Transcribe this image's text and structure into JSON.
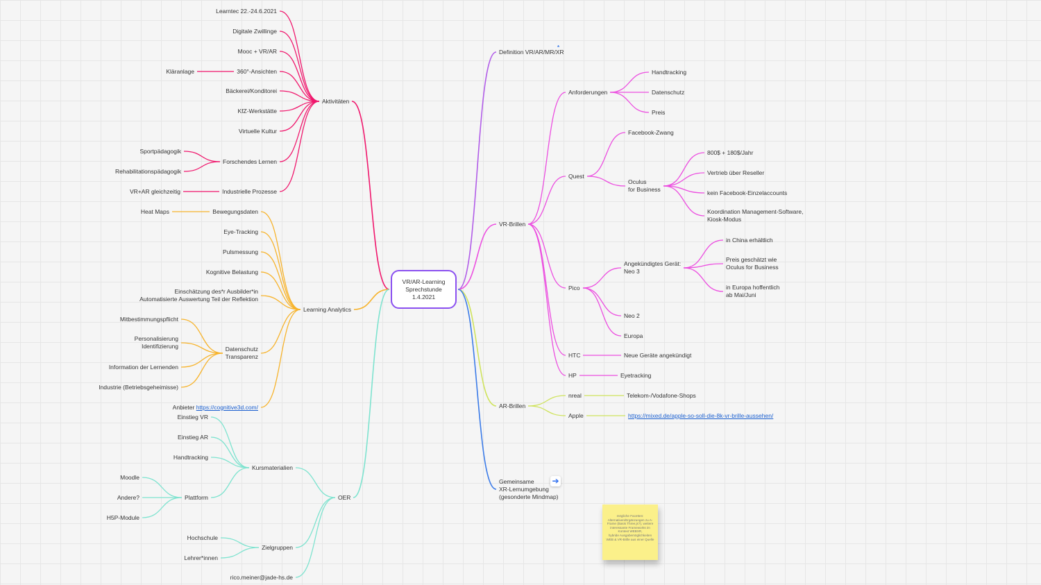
{
  "center": {
    "lines": [
      "VR/AR-Learning",
      "Sprechstunde",
      "1.4.2021"
    ]
  },
  "colors": {
    "aktivitaeten": "#f0166c",
    "analytics": "#f7b32b",
    "oer": "#7de3cf",
    "definition": "#b15ce8",
    "brillen": "#ec4ee0",
    "ar": "#cfe35c",
    "gemeinsame": "#3b7be8"
  },
  "nodes": [
    {
      "id": "aktivitaeten",
      "lines": [
        "Aktivitäten"
      ],
      "name": "aktivitaeten",
      "color": "#f0166c"
    },
    {
      "id": "lt",
      "lines": [
        "Learntec 22.-24.6.2021"
      ],
      "name": "learntec",
      "color": "#f0166c"
    },
    {
      "id": "dz",
      "lines": [
        "Digitale Zwillinge"
      ],
      "name": "digitale-zwillinge",
      "color": "#f0166c"
    },
    {
      "id": "mooc",
      "lines": [
        "Mooc + VR/AR"
      ],
      "name": "mooc-vr-ar",
      "color": "#f0166c"
    },
    {
      "id": "a360",
      "lines": [
        "360°-Ansichten"
      ],
      "name": "360-ansichten",
      "color": "#f0166c"
    },
    {
      "id": "klaer",
      "lines": [
        "Kläranlage"
      ],
      "name": "klaeranlage",
      "color": "#f0166c"
    },
    {
      "id": "baeck",
      "lines": [
        "Bäckerei/Konditorei"
      ],
      "name": "baeckerei-konditorei",
      "color": "#f0166c"
    },
    {
      "id": "kfz",
      "lines": [
        "KfZ-Werkstätte"
      ],
      "name": "kfz-werkstaette",
      "color": "#f0166c"
    },
    {
      "id": "vk",
      "lines": [
        "Virtuelle Kultur"
      ],
      "name": "virtuelle-kultur",
      "color": "#f0166c"
    },
    {
      "id": "fl",
      "lines": [
        "Forschendes Lernen"
      ],
      "name": "forschendes-lernen",
      "color": "#f0166c"
    },
    {
      "id": "sport",
      "lines": [
        "Sportpädagogik"
      ],
      "name": "sportpaedagogik",
      "color": "#f0166c"
    },
    {
      "id": "reha",
      "lines": [
        "Rehabilitationspädagogik"
      ],
      "name": "rehabilitationspaedagogik",
      "color": "#f0166c"
    },
    {
      "id": "ip",
      "lines": [
        "Industrielle Prozesse"
      ],
      "name": "industrielle-prozesse",
      "color": "#f0166c"
    },
    {
      "id": "vrar",
      "lines": [
        "VR+AR gleichzeitig"
      ],
      "name": "vr-ar-gleichzeitig",
      "color": "#f0166c"
    },
    {
      "id": "la",
      "lines": [
        "Learning Analytics"
      ],
      "name": "learning-analytics",
      "color": "#f7b32b"
    },
    {
      "id": "bew",
      "lines": [
        "Bewegungsdaten"
      ],
      "name": "bewegungsdaten",
      "color": "#f7b32b"
    },
    {
      "id": "heat",
      "lines": [
        "Heat Maps"
      ],
      "name": "heat-maps",
      "color": "#f7b32b"
    },
    {
      "id": "eye",
      "lines": [
        "Eye-Tracking"
      ],
      "name": "eye-tracking",
      "color": "#f7b32b"
    },
    {
      "id": "puls",
      "lines": [
        "Pulsmessung"
      ],
      "name": "pulsmessung",
      "color": "#f7b32b"
    },
    {
      "id": "kog",
      "lines": [
        "Kognitive Belastung"
      ],
      "name": "kognitive-belastung",
      "color": "#f7b32b"
    },
    {
      "id": "ein",
      "lines": [
        "Einschätzung des*r Ausbilder*in",
        "Automatisierte Auswertung Teil der Reflektion"
      ],
      "name": "einschaetzung-ausbilder",
      "color": "#f7b32b"
    },
    {
      "id": "dst",
      "lines": [
        "Datenschutz",
        "Transparenz"
      ],
      "name": "datenschutz-transparenz",
      "color": "#f7b32b"
    },
    {
      "id": "mit",
      "lines": [
        "Mitbestimmungspflicht"
      ],
      "name": "mitbestimmungspflicht",
      "color": "#f7b32b"
    },
    {
      "id": "pers",
      "lines": [
        "Personalisierung",
        "Identifizierung"
      ],
      "name": "personalisierung-identifizierung",
      "color": "#f7b32b"
    },
    {
      "id": "info",
      "lines": [
        "Information der Lernenden"
      ],
      "name": "information-der-lernenden",
      "color": "#f7b32b"
    },
    {
      "id": "ind",
      "lines": [
        "Industrie (Betriebsgeheimisse)"
      ],
      "name": "industrie-betriebsgeheimisse",
      "color": "#f7b32b"
    },
    {
      "id": "anb",
      "lines": [
        "Anbieter "
      ],
      "link": "https://cognitive3d.com/",
      "name": "anbieter-cognitive3d",
      "color": "#f7b32b"
    },
    {
      "id": "oer",
      "lines": [
        "OER"
      ],
      "name": "oer",
      "color": "#7de3cf"
    },
    {
      "id": "km",
      "lines": [
        "Kursmaterialien"
      ],
      "name": "kursmaterialien",
      "color": "#7de3cf"
    },
    {
      "id": "evr",
      "lines": [
        "Einstieg VR"
      ],
      "name": "einstieg-vr",
      "color": "#7de3cf"
    },
    {
      "id": "ear",
      "lines": [
        "Einstieg AR"
      ],
      "name": "einstieg-ar",
      "color": "#7de3cf"
    },
    {
      "id": "ht1",
      "lines": [
        "Handtracking"
      ],
      "name": "handtracking-kurs",
      "color": "#7de3cf"
    },
    {
      "id": "pf",
      "lines": [
        "Plattform"
      ],
      "name": "plattform",
      "color": "#7de3cf"
    },
    {
      "id": "moodle",
      "lines": [
        "Moodle"
      ],
      "name": "moodle",
      "color": "#7de3cf"
    },
    {
      "id": "andere",
      "lines": [
        "Andere?"
      ],
      "name": "andere",
      "color": "#7de3cf"
    },
    {
      "id": "h5p",
      "lines": [
        "H5P-Module"
      ],
      "name": "h5p-module",
      "color": "#7de3cf"
    },
    {
      "id": "zg",
      "lines": [
        "Zielgruppen"
      ],
      "name": "zielgruppen",
      "color": "#7de3cf"
    },
    {
      "id": "hs",
      "lines": [
        "Hochschule"
      ],
      "name": "hochschule",
      "color": "#7de3cf"
    },
    {
      "id": "li",
      "lines": [
        "Lehrer*innen"
      ],
      "name": "lehrer-innen",
      "color": "#7de3cf"
    },
    {
      "id": "rico",
      "lines": [
        "rico.meiner@jade-hs.de"
      ],
      "name": "rico-email",
      "color": "#7de3cf"
    },
    {
      "id": "def",
      "lines": [
        "Definition VR/AR/MR/XR"
      ],
      "name": "definition-vr-ar-mr-xr",
      "color": "#b15ce8"
    },
    {
      "id": "vrb",
      "lines": [
        "VR-Brillen"
      ],
      "name": "vr-brillen",
      "color": "#ec4ee0"
    },
    {
      "id": "anf",
      "lines": [
        "Anforderungen"
      ],
      "name": "anforderungen",
      "color": "#ec4ee0"
    },
    {
      "id": "ht2",
      "lines": [
        "Handtracking"
      ],
      "name": "handtracking-anforderung",
      "color": "#ec4ee0"
    },
    {
      "id": "ds2",
      "lines": [
        "Datenschutz"
      ],
      "name": "datenschutz-anforderung",
      "color": "#ec4ee0"
    },
    {
      "id": "preis",
      "lines": [
        "Preis"
      ],
      "name": "preis",
      "color": "#ec4ee0"
    },
    {
      "id": "quest",
      "lines": [
        "Quest"
      ],
      "name": "quest",
      "color": "#ec4ee0"
    },
    {
      "id": "fbz",
      "lines": [
        "Facebook-Zwang"
      ],
      "name": "facebook-zwang",
      "color": "#ec4ee0"
    },
    {
      "id": "ofb",
      "lines": [
        "Oculus",
        "for Business"
      ],
      "name": "oculus-for-business",
      "color": "#ec4ee0"
    },
    {
      "id": "p800",
      "lines": [
        "800$ + 180$/Jahr"
      ],
      "name": "preis-800",
      "color": "#ec4ee0"
    },
    {
      "id": "vueb",
      "lines": [
        "Vertrieb über Reseller"
      ],
      "name": "vertrieb-reseller",
      "color": "#ec4ee0"
    },
    {
      "id": "kfe",
      "lines": [
        "kein Facebook-Einzelaccounts"
      ],
      "name": "kein-facebook-einzelaccounts",
      "color": "#ec4ee0"
    },
    {
      "id": "kms",
      "lines": [
        "Koordination Management-Software,",
        "Kiosk-Modus"
      ],
      "name": "koordination-management-software",
      "color": "#ec4ee0"
    },
    {
      "id": "pico",
      "lines": [
        "Pico"
      ],
      "name": "pico",
      "color": "#ec4ee0"
    },
    {
      "id": "neo3",
      "lines": [
        "Angekündigtes Gerät:",
        "Neo 3"
      ],
      "name": "neo3-angekuendigt",
      "color": "#ec4ee0"
    },
    {
      "id": "china",
      "lines": [
        "in China erhältlich"
      ],
      "name": "in-china-erhaeltlich",
      "color": "#ec4ee0"
    },
    {
      "id": "pgw",
      "lines": [
        "Preis geschätzt wie",
        "Oculus for Business"
      ],
      "name": "preis-geschaetzt",
      "color": "#ec4ee0"
    },
    {
      "id": "eur",
      "lines": [
        "in Europa hoffentlich",
        "ab Mai/Juni"
      ],
      "name": "europa-hoffentlich",
      "color": "#ec4ee0"
    },
    {
      "id": "neo2",
      "lines": [
        "Neo 2"
      ],
      "name": "neo-2",
      "color": "#ec4ee0"
    },
    {
      "id": "europa",
      "lines": [
        "Europa"
      ],
      "name": "europa",
      "color": "#ec4ee0"
    },
    {
      "id": "htc",
      "lines": [
        "HTC"
      ],
      "name": "htc",
      "color": "#ec4ee0"
    },
    {
      "id": "nga",
      "lines": [
        "Neue Geräte angekündigt"
      ],
      "name": "neue-geraete-angekuendigt",
      "color": "#ec4ee0"
    },
    {
      "id": "hp",
      "lines": [
        "HP"
      ],
      "name": "hp",
      "color": "#ec4ee0"
    },
    {
      "id": "eyet",
      "lines": [
        "Eyetracking"
      ],
      "name": "eyetracking",
      "color": "#ec4ee0"
    },
    {
      "id": "arb",
      "lines": [
        "AR-Brillen"
      ],
      "name": "ar-brillen",
      "color": "#cfe35c"
    },
    {
      "id": "nreal",
      "lines": [
        "nreal"
      ],
      "name": "nreal",
      "color": "#cfe35c"
    },
    {
      "id": "tvs",
      "lines": [
        "Telekom-/Vodafone-Shops"
      ],
      "name": "telekom-vodafone-shops",
      "color": "#cfe35c"
    },
    {
      "id": "apple",
      "lines": [
        "Apple"
      ],
      "name": "apple",
      "color": "#cfe35c"
    },
    {
      "id": "alink",
      "lines": [
        ""
      ],
      "link": "https://mixed.de/apple-so-soll-die-8k-vr-brille-aussehen/",
      "name": "apple-link",
      "color": "#cfe35c"
    },
    {
      "id": "gem",
      "lines": [
        "Gemeinsame",
        "XR-Lernumgebung",
        "(gesonderte Mindmap)"
      ],
      "name": "gemeinsame-xr-lernumgebung",
      "color": "#3b7be8"
    }
  ],
  "sticky": {
    "lines": [
      "mögliche Facetten:",
      "Alternativen/Ergänzungen zu A-",
      "Frame (Basis Three.js?), weitere",
      "interessante Frameworks im",
      "Kontext WEBXR,",
      "hybride Ausgabemöglichkeiten",
      "WEB & VR-Brille aus einer Quelle"
    ]
  },
  "link_button": {
    "icon": "arrow-right-icon",
    "glyph": "➔"
  }
}
